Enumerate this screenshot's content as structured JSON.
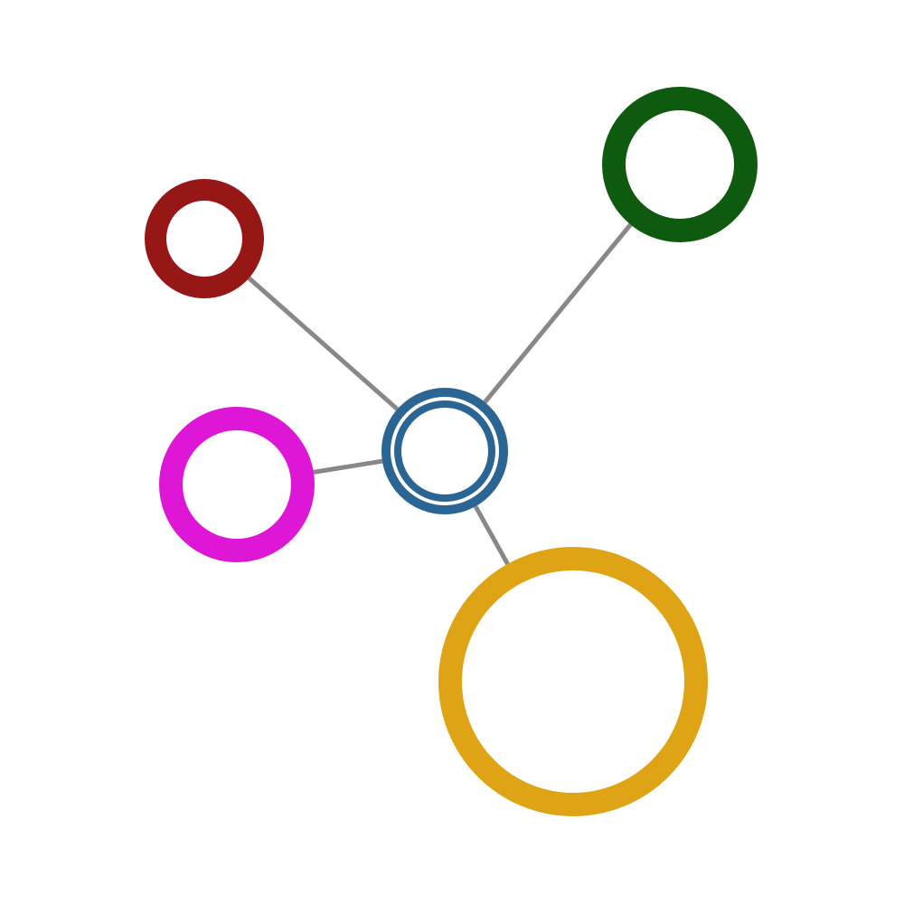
{
  "diagram": {
    "type": "hub-and-spoke",
    "hub": {
      "id": "hub",
      "label": "",
      "color": "#2b6593",
      "style": "double-ring"
    },
    "nodes": [
      {
        "id": "red",
        "label": "",
        "color": "#971616"
      },
      {
        "id": "green",
        "label": "",
        "color": "#0e5a0e"
      },
      {
        "id": "magenta",
        "label": "",
        "color": "#de16d6"
      },
      {
        "id": "gold",
        "label": "",
        "color": "#dfa416"
      }
    ],
    "edges": [
      {
        "from": "hub",
        "to": "red"
      },
      {
        "from": "hub",
        "to": "green"
      },
      {
        "from": "hub",
        "to": "magenta"
      },
      {
        "from": "hub",
        "to": "gold"
      }
    ],
    "edge_color": "#888888"
  }
}
